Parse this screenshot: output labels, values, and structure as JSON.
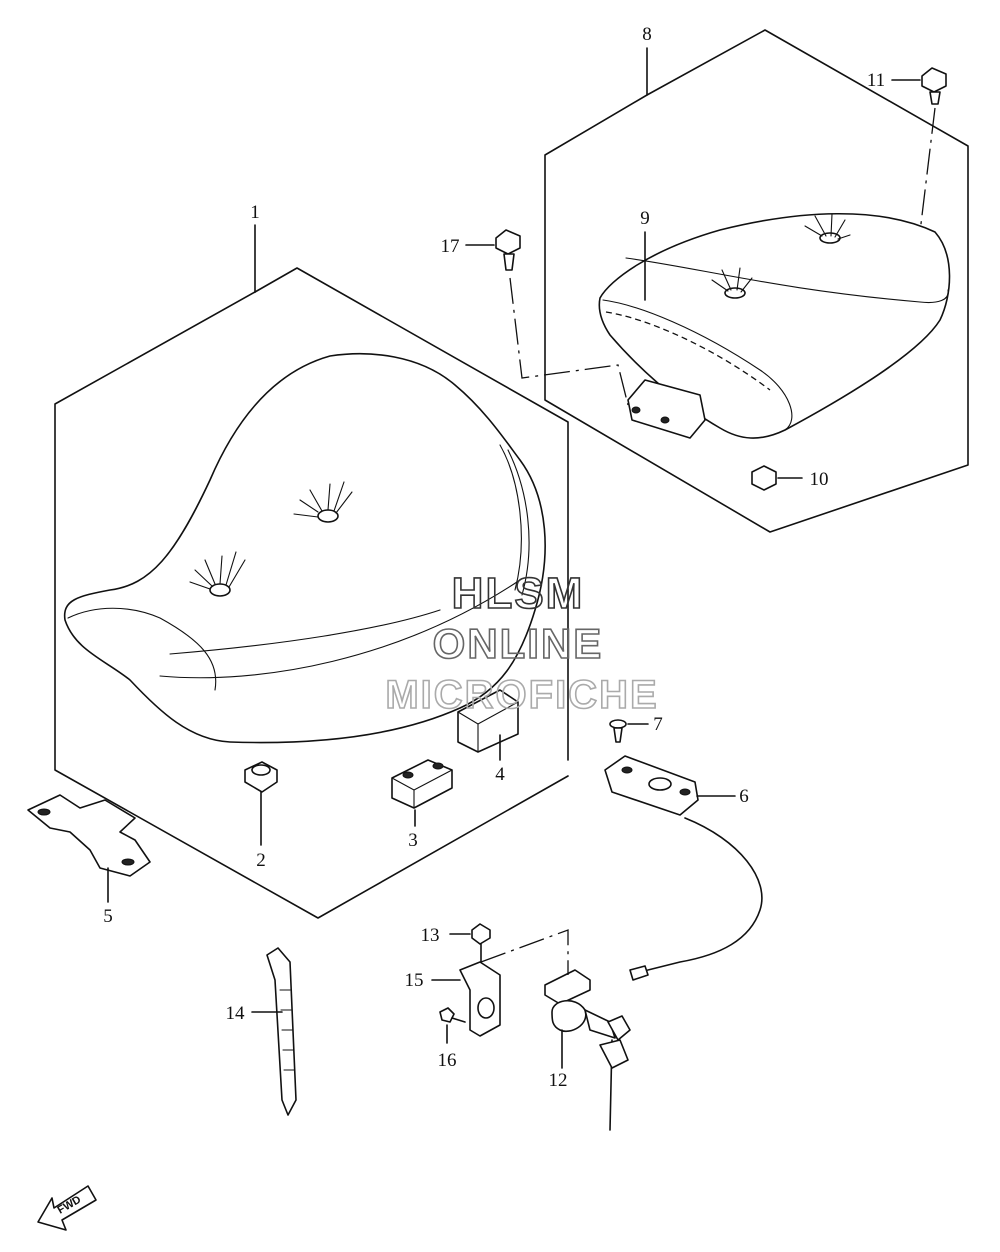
{
  "callouts": {
    "c1": "1",
    "c2": "2",
    "c3": "3",
    "c4": "4",
    "c5": "5",
    "c6": "6",
    "c7": "7",
    "c8": "8",
    "c9": "9",
    "c10": "10",
    "c11": "11",
    "c12": "12",
    "c13": "13",
    "c14": "14",
    "c15": "15",
    "c16": "16",
    "c17": "17"
  },
  "watermark": {
    "line1": "HLSM",
    "line2": "ONLINE",
    "line3": "MICROFICHE"
  },
  "fwd_label": "FWD",
  "colors": {
    "line": "#111111",
    "watermark": "#555555",
    "background": "#ffffff"
  }
}
